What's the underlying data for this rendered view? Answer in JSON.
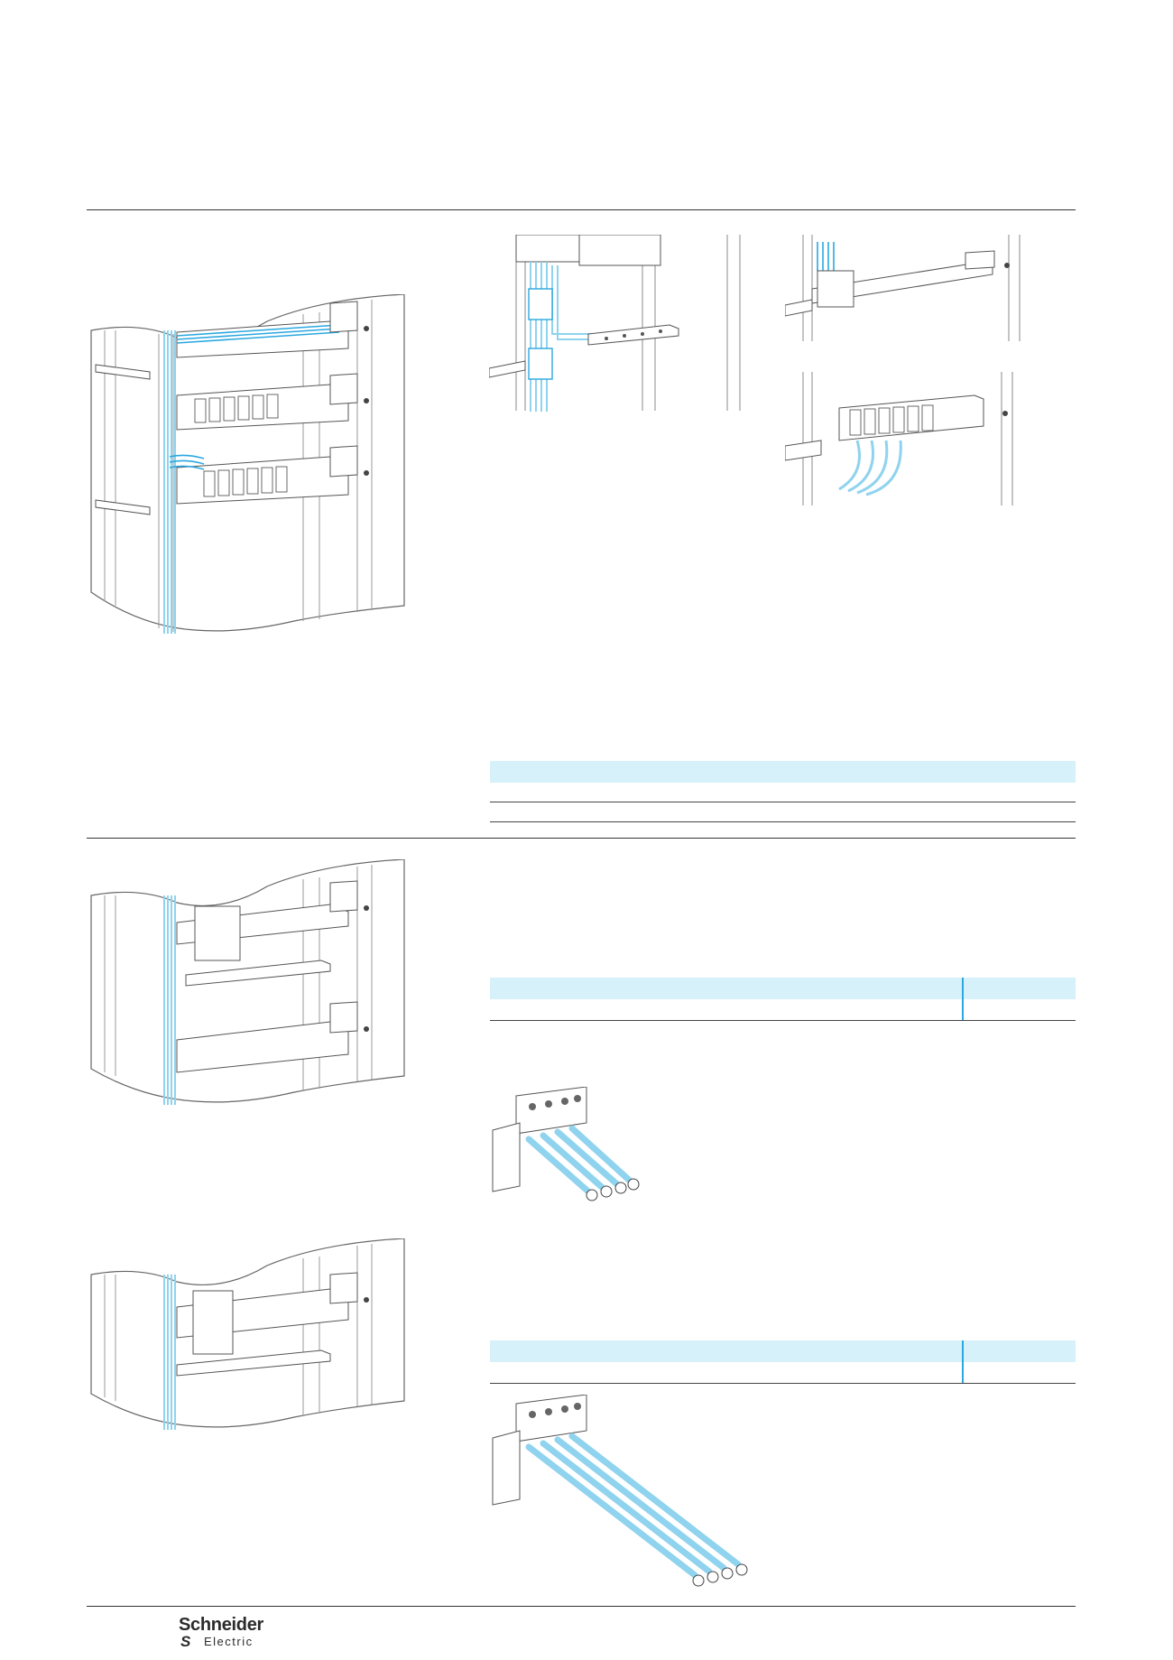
{
  "brand": {
    "name_line1": "Schneider",
    "name_line2": "Electric",
    "mark": "S"
  },
  "colors": {
    "accent_blue": "#2aa8df",
    "band_blue": "#d6f1fa",
    "line_dark": "#333333",
    "cable_blue": "#8fd3ee"
  },
  "figures": [
    {
      "id": "enclosure-three-rails",
      "icon": "switchboard-illustration"
    },
    {
      "id": "vertical-busbar-connection",
      "icon": "busbar-illustration"
    },
    {
      "id": "rail-with-comb-busbar",
      "icon": "rail-illustration"
    },
    {
      "id": "rail-with-cable-distribution",
      "icon": "rail-cables-illustration"
    },
    {
      "id": "enclosure-two-rails",
      "icon": "switchboard-illustration"
    },
    {
      "id": "short-connection-kit",
      "icon": "connector-kit-illustration"
    },
    {
      "id": "enclosure-one-rail",
      "icon": "switchboard-illustration"
    },
    {
      "id": "long-connection-kit",
      "icon": "connector-kit-illustration"
    }
  ]
}
